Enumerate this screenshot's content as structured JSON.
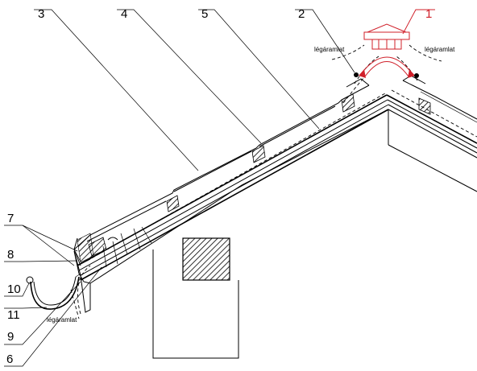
{
  "labels": {
    "l1": "1",
    "l2": "2",
    "l3": "3",
    "l4": "4",
    "l5": "5",
    "l6": "6",
    "l7": "7",
    "l8": "8",
    "l9": "9",
    "l10": "10",
    "l11": "11"
  },
  "airflow_text": {
    "left": "légáramlat",
    "right": "légáramlat",
    "bottom": "légáramlat"
  },
  "colors": {
    "line": "#000000",
    "highlight": "#d0202a",
    "background": "#ffffff"
  }
}
